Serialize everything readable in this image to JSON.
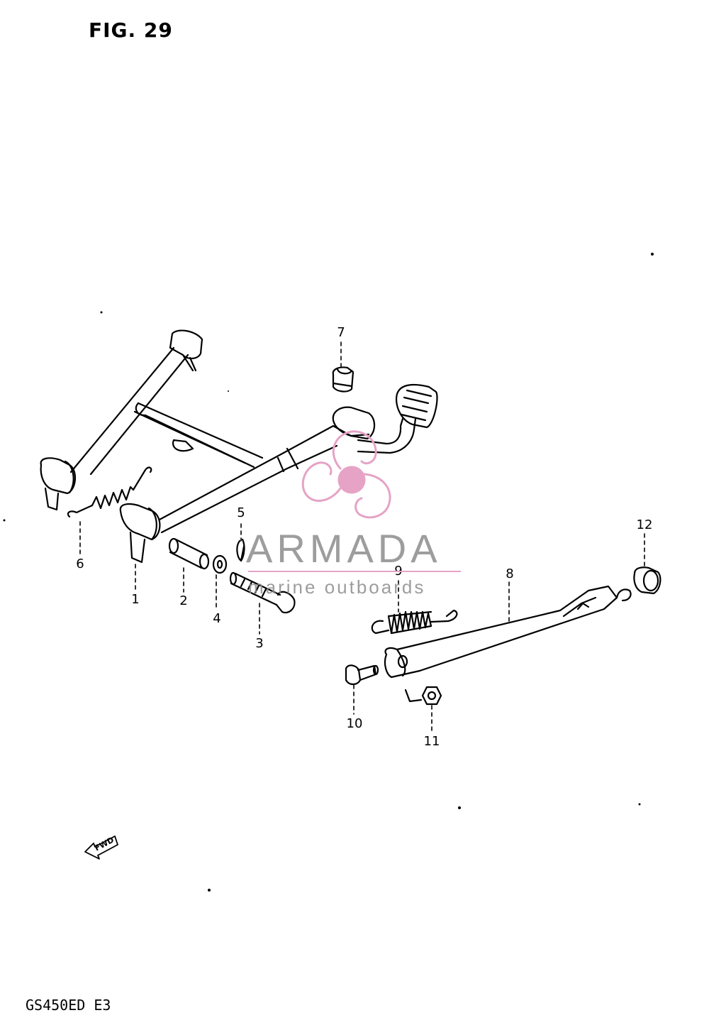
{
  "figure": {
    "title": "FIG. 29",
    "model_code": "GS450ED  E3"
  },
  "callouts": [
    {
      "id": "1",
      "label": "1"
    },
    {
      "id": "2",
      "label": "2"
    },
    {
      "id": "3",
      "label": "3"
    },
    {
      "id": "4",
      "label": "4"
    },
    {
      "id": "5",
      "label": "5"
    },
    {
      "id": "6",
      "label": "6"
    },
    {
      "id": "7",
      "label": "7"
    },
    {
      "id": "8",
      "label": "8"
    },
    {
      "id": "9",
      "label": "9"
    },
    {
      "id": "10",
      "label": "10"
    },
    {
      "id": "11",
      "label": "11"
    },
    {
      "id": "12",
      "label": "12"
    }
  ],
  "direction_marker": {
    "label": "FWD",
    "icon": "forward-arrow-icon"
  },
  "watermark": {
    "brand": "ARMADA",
    "tagline": "marine outboards",
    "logo_icon": "propeller-logo-icon",
    "colors": {
      "logo": "#e6a3c6",
      "text": "#8c8c8c"
    }
  }
}
